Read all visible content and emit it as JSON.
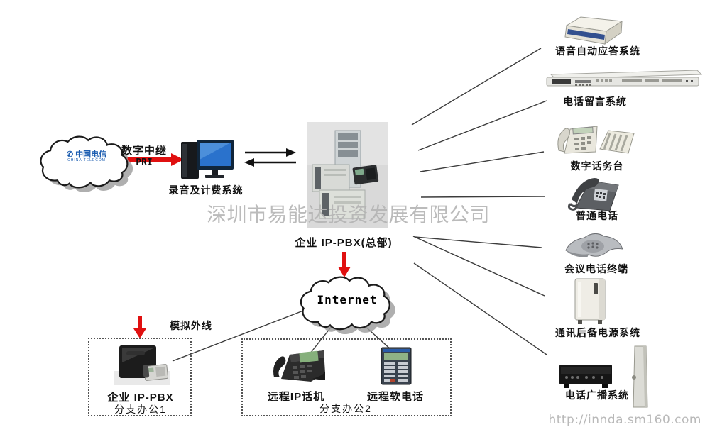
{
  "page": {
    "watermark": "深圳市易能达投资发展有限公司",
    "url": "http://innda.sm160.com"
  },
  "colors": {
    "arrow_red": "#e01010",
    "connector": "#3c3c3c",
    "telecom_blue": "#1a5cb0",
    "watermark_gray": "#b4b4b4"
  },
  "pstn": {
    "provider": "中国电信",
    "provider_sub": "CHINA TELECOM",
    "trunk_label": "数字中继",
    "trunk_sub": "PRI"
  },
  "recording_system": {
    "label": "录音及计费系统"
  },
  "headquarters": {
    "label": "企业 IP-PBX(总部)"
  },
  "internet": {
    "label": "Internet"
  },
  "branch1": {
    "analog_line_label": "模拟外线",
    "device_label": "企业 IP-PBX",
    "caption": "分支办公1"
  },
  "branch2": {
    "ip_phone_label": "远程IP话机",
    "softphone_label": "远程软电话",
    "caption": "分支办公2"
  },
  "peripherals": [
    {
      "id": "ivr",
      "label": "语音自动应答系统"
    },
    {
      "id": "voicemail",
      "label": "电话留言系统"
    },
    {
      "id": "attendant-console",
      "label": "数字话务台"
    },
    {
      "id": "analog-phone",
      "label": "普通电话"
    },
    {
      "id": "conference-phone",
      "label": "会议电话终端"
    },
    {
      "id": "backup-power",
      "label": "通讯后备电源系统"
    },
    {
      "id": "paging-system",
      "label": "电话广播系统"
    }
  ]
}
